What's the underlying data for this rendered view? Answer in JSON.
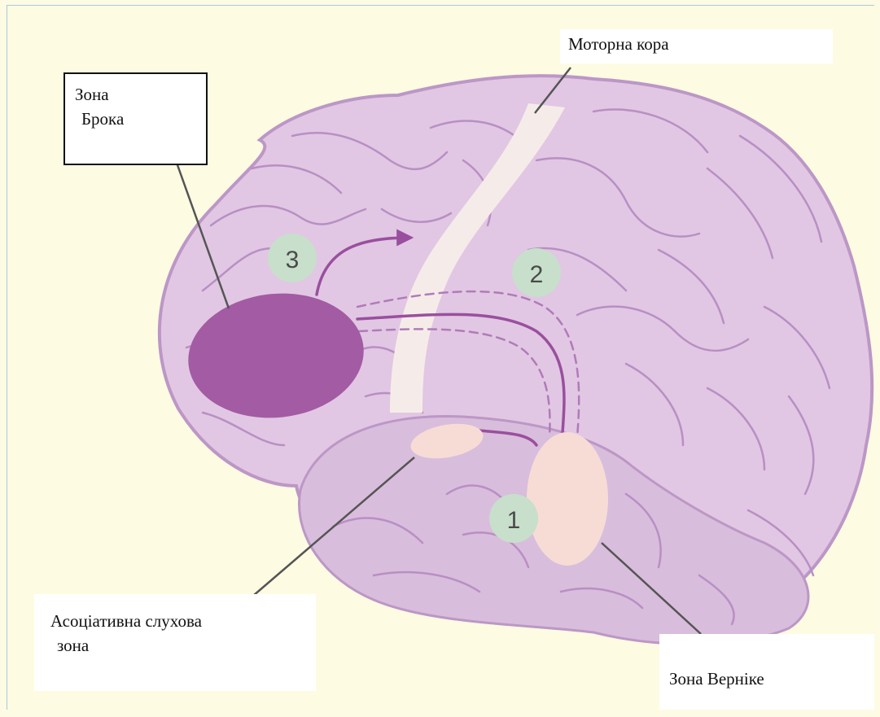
{
  "labels": {
    "broca": [
      "Зона",
      "Брока"
    ],
    "motor_cortex": "Моторна кора",
    "auditory_assoc": [
      "Асоціативна слухова",
      "зона"
    ],
    "wernicke": "Зона Вернiке"
  },
  "markers": [
    "1",
    "2",
    "3"
  ],
  "colors": {
    "background": "#fdfbe2",
    "brain_fill": "#e1c7e3",
    "brain_outline": "#bc97c6",
    "gyri_lines": "#b88fc4",
    "motor_strip": "#f5ece9",
    "broca_area": "#a35ba3",
    "wernicke_area": "#f7dcd6",
    "auditory_area": "#f7dcd6",
    "pathway": "#9a4f9e",
    "marker_fill": "#c7dfcb",
    "leader_line": "#555555"
  }
}
